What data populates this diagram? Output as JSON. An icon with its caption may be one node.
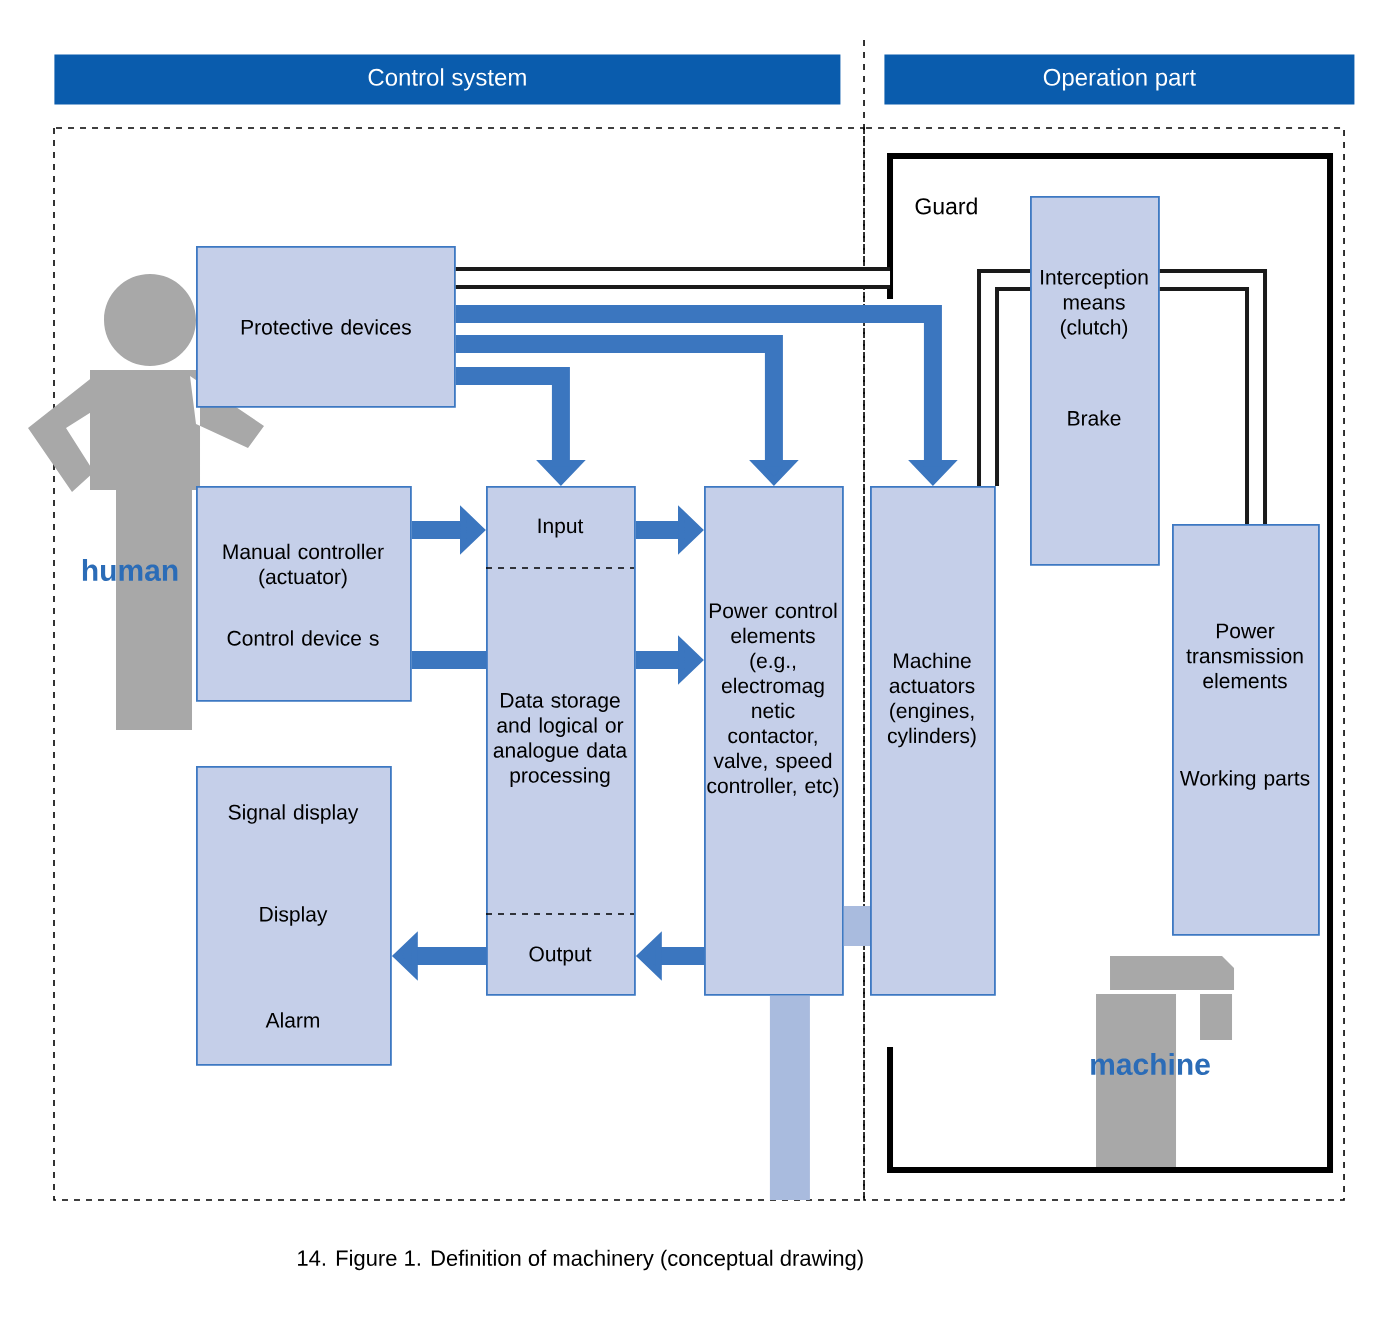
{
  "diagram": {
    "caption": "14. Figure 1. Definition of machinery (conceptual drawing)",
    "nodes": [
      {
        "text": [
          "Control system"
        ]
      },
      {
        "text": [
          "Operation part"
        ]
      },
      {
        "text": [
          "Protective devices"
        ]
      },
      {
        "text": [
          "Guard"
        ]
      },
      {
        "text": [
          "Interception means (clutch)",
          "Brake"
        ],
        "in": 3
      },
      {
        "text": [
          "Manual controller (actuator)",
          "Control device s"
        ]
      },
      {
        "text": [
          "Input",
          "Data storage and logical or analogue data processing",
          "Output"
        ]
      },
      {
        "text": [
          "Power control elements (e.g., electromag netic contactor, valve, speed controller, etc)"
        ]
      },
      {
        "text": [
          "Machine actuators (engines, cylinders)"
        ]
      },
      {
        "text": [
          "Power transmission elements",
          "Working parts"
        ],
        "in": 3
      },
      {
        "text": [
          "Signal display",
          "Display",
          "Alarm"
        ]
      }
    ],
    "edges": [
      {
        "from": 2,
        "to": 6,
        "arrow": "to"
      },
      {
        "from": 2,
        "to": 7,
        "arrow": "to"
      },
      {
        "from": 2,
        "to": 8,
        "arrow": "to"
      },
      {
        "from": 2,
        "to": 3,
        "arrow": "none",
        "color": "#1a1a1a"
      },
      {
        "from": 5,
        "to": 6,
        "arrow": "to"
      },
      {
        "from": 6,
        "to": 7,
        "arrow": "to"
      },
      {
        "from": 5,
        "to": 6,
        "arrow": "none"
      },
      {
        "from": 6,
        "to": 7,
        "arrow": "to"
      },
      {
        "from": 7,
        "to": 6,
        "arrow": "to"
      },
      {
        "from": 6,
        "to": 10,
        "arrow": "to"
      },
      {
        "from": 7,
        "to": 8,
        "arrow": "none",
        "style": "thick",
        "color": "#a9bbde"
      },
      {
        "from": 7,
        "to": null,
        "arrow": "none",
        "style": "thick",
        "color": "#a9bbde"
      },
      {
        "from": 8,
        "to": 4,
        "arrow": "none",
        "color": "#1a1a1a"
      },
      {
        "from": 4,
        "to": 9,
        "arrow": "none",
        "color": "#1a1a1a"
      }
    ],
    "labels": [
      "human",
      "machine"
    ]
  }
}
